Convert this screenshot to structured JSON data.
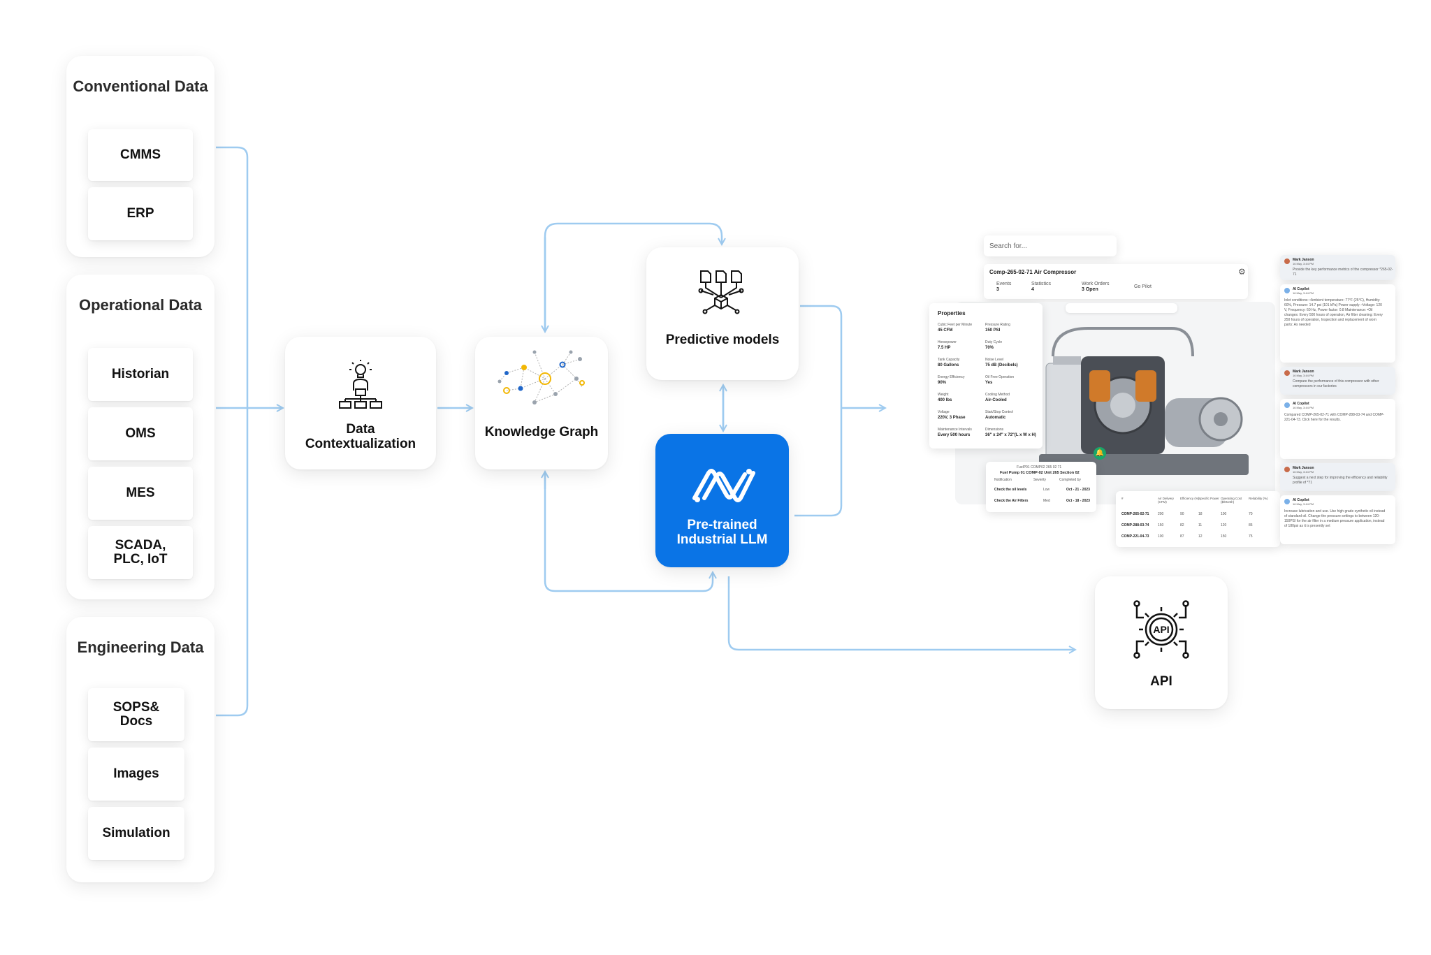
{
  "groups": {
    "conventional": {
      "title": "Conventional Data",
      "items": [
        "CMMS",
        "ERP"
      ]
    },
    "operational": {
      "title": "Operational Data",
      "items": [
        "Historian",
        "OMS",
        "MES",
        "SCADA, PLC, IoT"
      ]
    },
    "engineering": {
      "title": "Engineering Data",
      "items": [
        "SOPS& Docs",
        "Images",
        "Simulation"
      ]
    }
  },
  "nodes": {
    "contextualization": "Data Contextualization",
    "knowledge_graph": "Knowledge Graph",
    "predictive": "Predictive models",
    "llm": "Pre-trained Industrial LLM",
    "api": "API"
  },
  "icons": {
    "contextualization": "person-lightbulb-hierarchy-icon",
    "knowledge_graph": "network-graph-icon",
    "predictive": "documents-network-cube-icon",
    "llm": "llm-logo-icon",
    "api": "api-gear-icon"
  },
  "colors": {
    "arrow": "#9ecbf0",
    "llm_bg": "#0a74e6",
    "accent_green": "#1aa56a"
  },
  "preview": {
    "search_placeholder": "Search for...",
    "asset_title": "Comp-265-02-71 Air Compressor",
    "stats": [
      {
        "label": "Events",
        "value": "3"
      },
      {
        "label": "Statistics",
        "value": "4"
      },
      {
        "label": "Work Orders",
        "value": "3 Open"
      },
      {
        "label": "Go Pilot",
        "value": ""
      }
    ],
    "properties_title": "Properties",
    "properties": [
      {
        "label": "Cubic Feet per Minute",
        "value": "45 CFM"
      },
      {
        "label": "Pressure Rating",
        "value": "150 PSI"
      },
      {
        "label": "Horsepower",
        "value": "7.5 HP"
      },
      {
        "label": "Duty Cycle",
        "value": "70%"
      },
      {
        "label": "Tank Capacity",
        "value": "80 Gallons"
      },
      {
        "label": "Noise Level",
        "value": "75 dB (Decibels)"
      },
      {
        "label": "Energy Efficiency",
        "value": "90%"
      },
      {
        "label": "Oil Free Operation",
        "value": "Yes"
      },
      {
        "label": "Weight",
        "value": "400 lbs"
      },
      {
        "label": "Cooling Method",
        "value": "Air-Cooled"
      },
      {
        "label": "Voltage",
        "value": "220V, 3 Phase"
      },
      {
        "label": "Start/Stop Control",
        "value": "Automatic"
      },
      {
        "label": "Maintenance Intervals",
        "value": "Every 500 hours"
      },
      {
        "label": "Dimensions",
        "value": "36\" x 24\" x 72\"(L x W x H)"
      }
    ],
    "workorder": {
      "header": "FuelP01 COMP02 265 02 71",
      "breadcrumb": "Fuel Pump 01  COMP-02  Unit 265  Section 02",
      "columns": [
        "Notification",
        "Severity",
        "Completed by"
      ],
      "rows": [
        {
          "task": "Check the oil levels",
          "severity": "Low",
          "date": "Oct - 21 - 2023"
        },
        {
          "task": "Check the Air Filters",
          "severity": "Med",
          "date": "Oct - 18 - 2023"
        }
      ]
    },
    "compare_table": {
      "columns": [
        "#",
        "Air Delivery (CFM)",
        "Efficiency (%)",
        "Specific Power",
        "Operating Cost ($/Month)",
        "Reliability (%)"
      ],
      "rows": [
        [
          "COMP-265-02-71",
          "200",
          "90",
          "18",
          "100",
          "70"
        ],
        [
          "COMP-288-03-74",
          "150",
          "82",
          "11",
          "120",
          "85"
        ],
        [
          "COMP-221-04-73",
          "100",
          "87",
          "12",
          "150",
          "75"
        ]
      ]
    },
    "chat": [
      {
        "author": "Mark Janson",
        "time": "16 May, 3:44 PM",
        "text": "Provide the key performance metrics of the compressor *265-02-71"
      },
      {
        "author": "AI Copilot",
        "time": "16 May, 3:44 PM",
        "text": "Inlet conditions: •Ambient temperature: 77°F (25°C), Humidity: 60%, Pressure: 14.7 psi (101 kPa) Power supply: •Voltage: 120 V, Frequency: 60 Hz, Power factor: 0.8 Maintenance: •Oil changes: Every 500 hours of operation, Air filter cleaning: Every 250 hours of operation, Inspection and replacement of worn parts: As needed"
      },
      {
        "author": "Mark Janson",
        "time": "16 May, 3:44 PM",
        "text": "Compare the performance of this compressor with other compressors in our factories"
      },
      {
        "author": "AI Copilot",
        "time": "16 May, 3:44 PM",
        "text": "Compared COMP-265-02-71 with COMP-288-03-74 and COMP-221-04-73. Click here for the results."
      },
      {
        "author": "Mark Janson",
        "time": "16 May, 3:44 PM",
        "text": "Suggest a next step for improving the efficiency and reliability profile of *71"
      },
      {
        "author": "AI Copilot",
        "time": "16 May, 3:44 PM",
        "text": "Increase lubrication and use. Use high grade synthetic oil instead of standard oil. Change the pressure settings to between 120-150PSI for the air filter in a medium pressure application, instead of 180psi as it is presently set"
      }
    ]
  }
}
